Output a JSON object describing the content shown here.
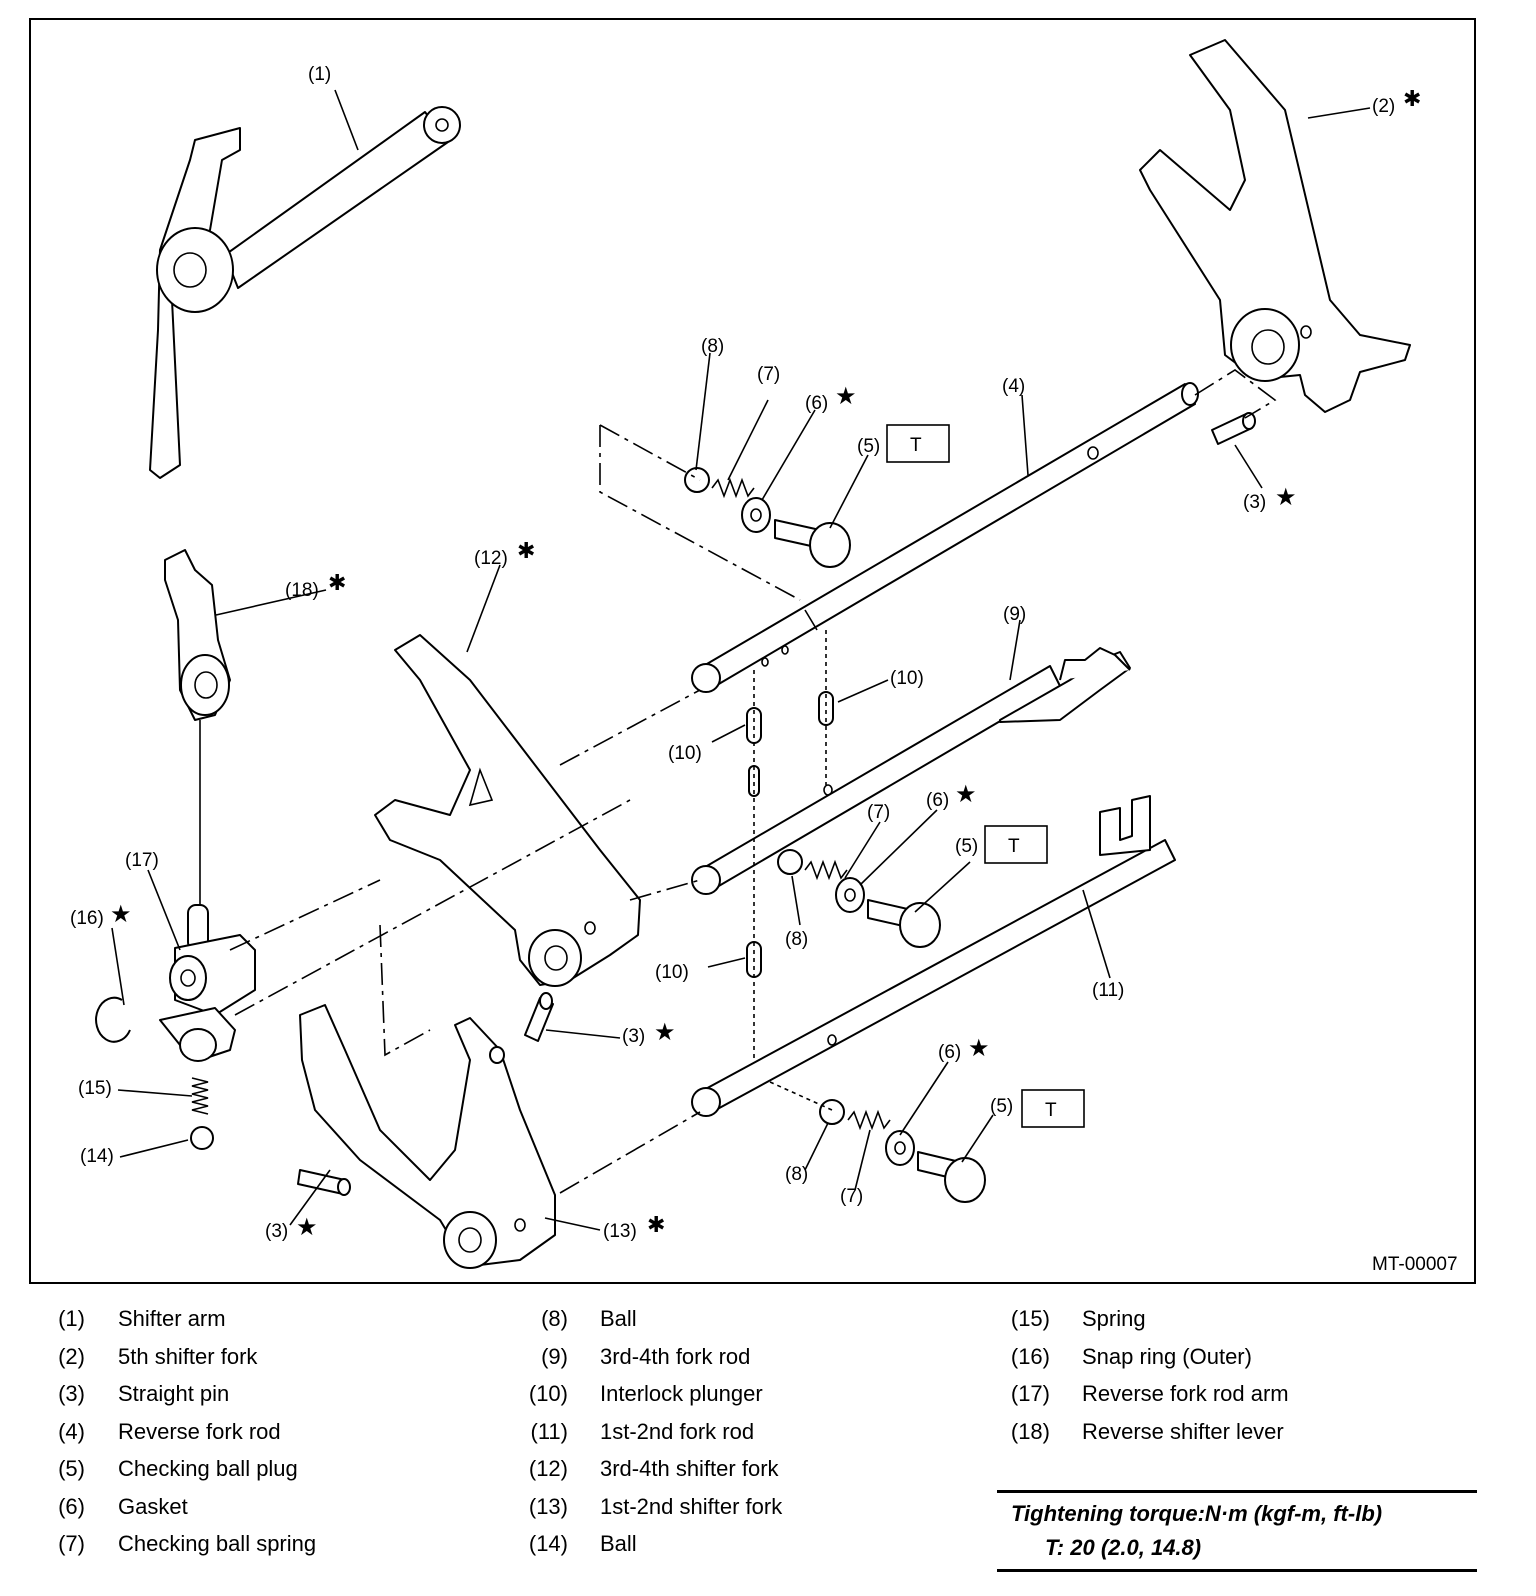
{
  "figure_code": "MT-00007",
  "callouts": {
    "c1": "(1)",
    "c2": "(2)",
    "c3a": "(3)",
    "c3b": "(3)",
    "c3c": "(3)",
    "c4": "(4)",
    "c5a": "(5)",
    "c5b": "(5)",
    "c5c": "(5)",
    "c6a": "(6)",
    "c6b": "(6)",
    "c6c": "(6)",
    "c7a": "(7)",
    "c7b": "(7)",
    "c7c": "(7)",
    "c8a": "(8)",
    "c8b": "(8)",
    "c8c": "(8)",
    "c9": "(9)",
    "c10a": "(10)",
    "c10b": "(10)",
    "c10c": "(10)",
    "c11": "(11)",
    "c12": "(12)",
    "c13": "(13)",
    "c14": "(14)",
    "c15": "(15)",
    "c16": "(16)",
    "c17": "(17)",
    "c18": "(18)"
  },
  "symbols": {
    "star": "★",
    "asterisk": "✱",
    "torque_box": "T"
  },
  "legend": [
    {
      "num": "(1)",
      "name": "Shifter arm"
    },
    {
      "num": "(2)",
      "name": "5th shifter fork"
    },
    {
      "num": "(3)",
      "name": "Straight pin"
    },
    {
      "num": "(4)",
      "name": "Reverse fork rod"
    },
    {
      "num": "(5)",
      "name": "Checking ball plug"
    },
    {
      "num": "(6)",
      "name": "Gasket"
    },
    {
      "num": "(7)",
      "name": "Checking ball spring"
    },
    {
      "num": "(8)",
      "name": "Ball"
    },
    {
      "num": "(9)",
      "name": "3rd-4th fork rod"
    },
    {
      "num": "(10)",
      "name": "Interlock plunger"
    },
    {
      "num": "(11)",
      "name": "1st-2nd fork rod"
    },
    {
      "num": "(12)",
      "name": "3rd-4th shifter fork"
    },
    {
      "num": "(13)",
      "name": "1st-2nd shifter fork"
    },
    {
      "num": "(14)",
      "name": "Ball"
    },
    {
      "num": "(15)",
      "name": "Spring"
    },
    {
      "num": "(16)",
      "name": "Snap ring (Outer)"
    },
    {
      "num": "(17)",
      "name": "Reverse fork rod arm"
    },
    {
      "num": "(18)",
      "name": "Reverse shifter lever"
    }
  ],
  "torque": {
    "heading": "Tightening torque:N·m (kgf-m, ft-lb)",
    "spec": "T:   20 (2.0, 14.8)"
  }
}
